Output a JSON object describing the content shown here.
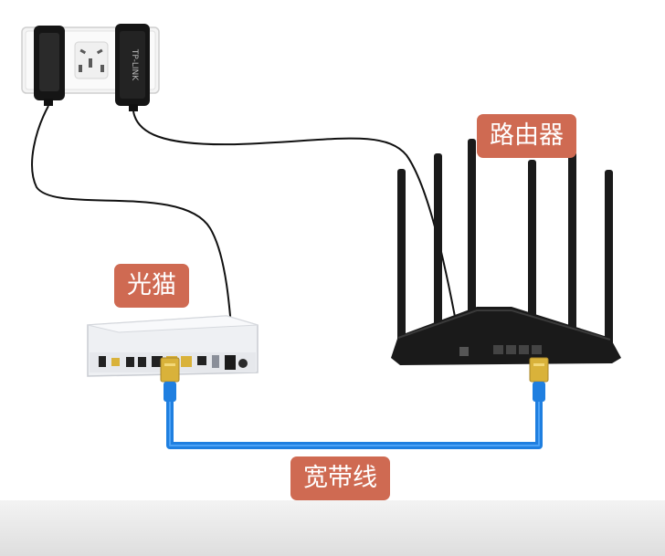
{
  "labels": {
    "modem": "光猫",
    "router": "路由器",
    "broadband": "宽带线"
  },
  "wall_plate": {
    "adapter_brand": "TP-LINK"
  },
  "colors": {
    "label_bg": "#cf6a52",
    "label_text": "#ffffff",
    "ethernet_cable": "#1f7fe0",
    "power_cord": "#111111",
    "router_body": "#1a1a1a",
    "modem_body": "#eef0f3",
    "rj45_gold": "#d9b23a"
  }
}
